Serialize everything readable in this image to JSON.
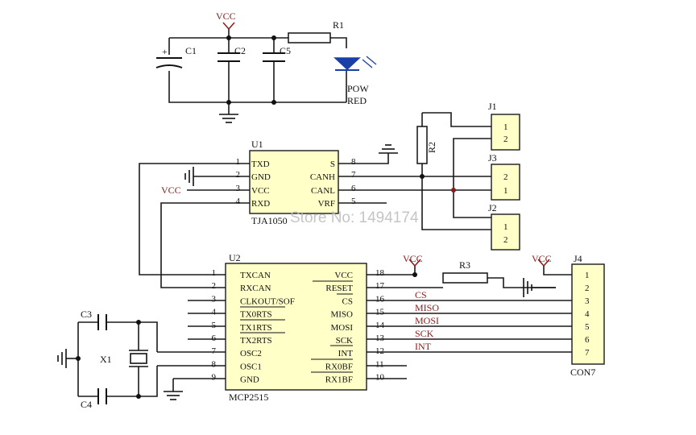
{
  "power": {
    "vcc_top": "VCC",
    "vcc_u1": "VCC",
    "vcc_u2": "VCC",
    "vcc_j4": "VCC"
  },
  "components": {
    "c1": "C1",
    "c2": "C2",
    "c5": "C5",
    "r1": "R1",
    "led_pow": "POW",
    "led_red": "RED",
    "r2": "R2",
    "r3": "R3",
    "j1": "J1",
    "j2": "J2",
    "j3": "J3",
    "j4": "J4",
    "u1": "U1",
    "u1_part": "TJA1050",
    "u2": "U2",
    "u2_part": "MCP2515",
    "c3": "C3",
    "c4": "C4",
    "x1": "X1",
    "con7": "CON7"
  },
  "u1_left_pins": [
    "TXD",
    "GND",
    "VCC",
    "RXD"
  ],
  "u1_left_nums": [
    "1",
    "2",
    "3",
    "4"
  ],
  "u1_right_pins": [
    "S",
    "CANH",
    "CANL",
    "VRF"
  ],
  "u1_right_nums": [
    "8",
    "7",
    "6",
    "5"
  ],
  "u2_left_pins": [
    "TXCAN",
    "RXCAN",
    "CLKOUT/SOF",
    "TX0RTS",
    "TX1RTS",
    "TX2RTS",
    "OSC2",
    "OSC1",
    "GND"
  ],
  "u2_left_nums": [
    "1",
    "2",
    "3",
    "4",
    "5",
    "6",
    "7",
    "8",
    "9"
  ],
  "u2_right_pins": [
    "VCC",
    "RESET",
    "CS",
    "MISO",
    "MOSI",
    "SCK",
    "INT",
    "RX0BF",
    "RX1BF"
  ],
  "u2_right_nums": [
    "18",
    "17",
    "16",
    "15",
    "14",
    "13",
    "12",
    "11",
    "10"
  ],
  "signals": [
    "CS",
    "MISO",
    "MOSI",
    "SCK",
    "INT"
  ],
  "j1_pins": [
    "1",
    "2"
  ],
  "j3_pins": [
    "2",
    "1"
  ],
  "j2_pins": [
    "1",
    "2"
  ],
  "j4_pins": [
    "1",
    "2",
    "3",
    "4",
    "5",
    "6",
    "7"
  ],
  "watermark": "Store No: 1494174",
  "colors": {
    "chip_fill": "#ffffc8",
    "signal_red": "#8b1a1a",
    "led_blue": "#1a3fa8"
  }
}
